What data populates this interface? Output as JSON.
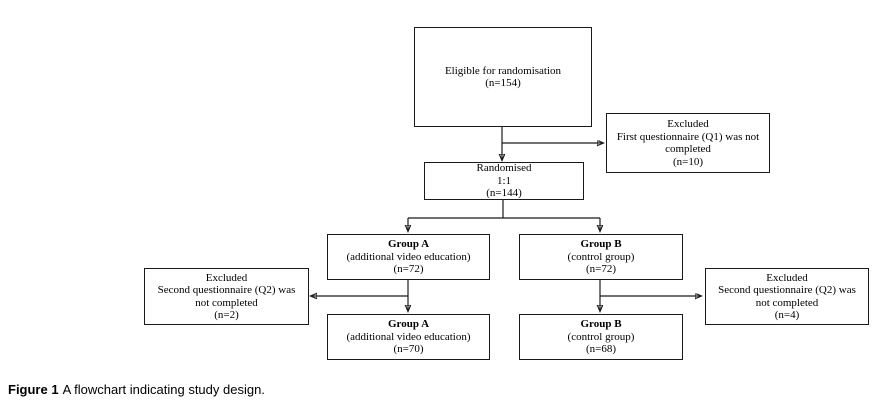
{
  "figure": {
    "caption_label": "Figure 1",
    "caption_text": "A flowchart indicating study design."
  },
  "colors": {
    "background": "#ffffff",
    "box_border": "#1a1a1a",
    "text": "#000000",
    "connector": "#1a1a1a"
  },
  "nodes": {
    "eligible": {
      "lines": [
        "Eligible for randomisation",
        "(n=154)"
      ]
    },
    "excluded_q1": {
      "lines": [
        "Excluded",
        "First questionnaire (Q1) was not",
        "completed",
        "(n=10)"
      ]
    },
    "randomised": {
      "lines": [
        "Randomised",
        "1:1",
        "(n=144)"
      ]
    },
    "group_a": {
      "title": "Group A",
      "lines": [
        "(additional video education)",
        "(n=72)"
      ]
    },
    "group_b": {
      "title": "Group B",
      "lines": [
        "(control group)",
        "(n=72)"
      ]
    },
    "excluded_q2_left": {
      "lines": [
        "Excluded",
        "Second questionnaire (Q2) was",
        "not completed",
        "(n=2)"
      ]
    },
    "excluded_q2_right": {
      "lines": [
        "Excluded",
        "Second questionnaire (Q2) was",
        "not completed",
        "(n=4)"
      ]
    },
    "group_a_final": {
      "title": "Group A",
      "lines": [
        "(additional video education)",
        "(n=70)"
      ]
    },
    "group_b_final": {
      "title": "Group B",
      "lines": [
        "(control group)",
        "(n=68)"
      ]
    }
  }
}
